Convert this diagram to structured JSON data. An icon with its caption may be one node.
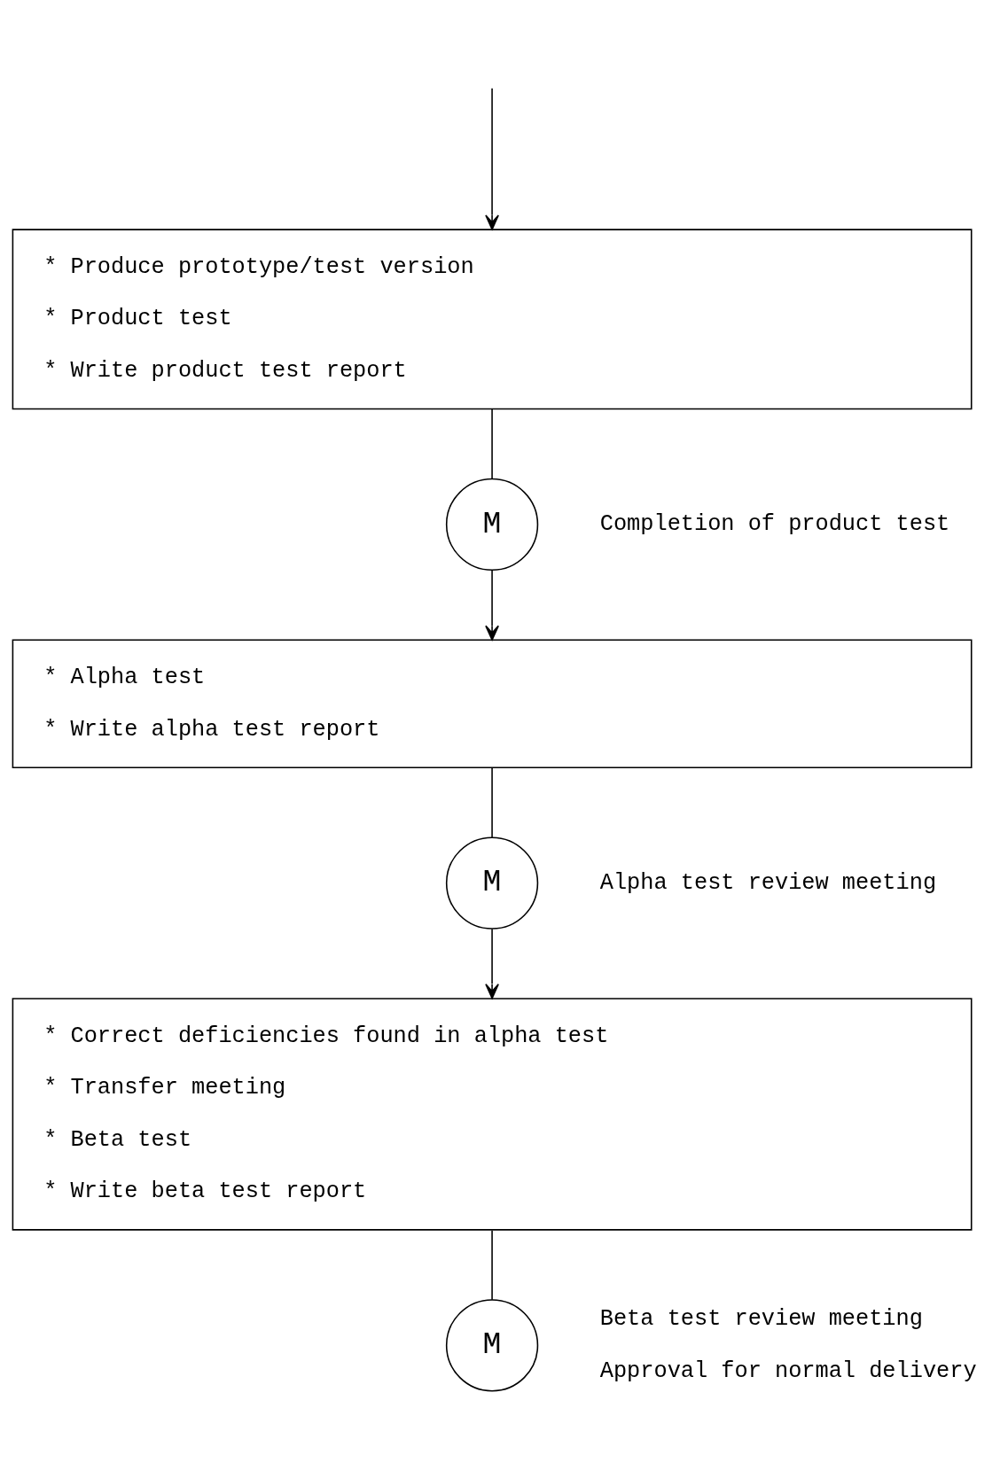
{
  "diagram": {
    "nodes": [
      {
        "text": [
          "* Produce prototype/test version",
          "* Product test",
          "* Write product test report"
        ]
      },
      {
        "text": [
          "M"
        ],
        "beside": [
          "Completion of product test"
        ]
      },
      {
        "text": [
          "* Alpha test",
          "* Write alpha test report"
        ]
      },
      {
        "text": [
          "M"
        ],
        "beside": [
          "Alpha test review meeting"
        ]
      },
      {
        "text": [
          "* Correct deficiencies found in alpha test",
          "* Transfer meeting",
          "* Beta test",
          "* Write beta test report"
        ]
      },
      {
        "text": [
          "M"
        ],
        "beside": [
          "Beta test review meeting",
          "Approval for normal delivery"
        ]
      }
    ],
    "edges": [
      {
        "from": null,
        "to": 0,
        "arrow": "to"
      },
      {
        "from": 0,
        "to": 1,
        "arrow": "none"
      },
      {
        "from": 1,
        "to": 2,
        "arrow": "to"
      },
      {
        "from": 2,
        "to": 3,
        "arrow": "none"
      },
      {
        "from": 3,
        "to": 4,
        "arrow": "to"
      },
      {
        "from": 4,
        "to": 5,
        "arrow": "none"
      }
    ]
  }
}
